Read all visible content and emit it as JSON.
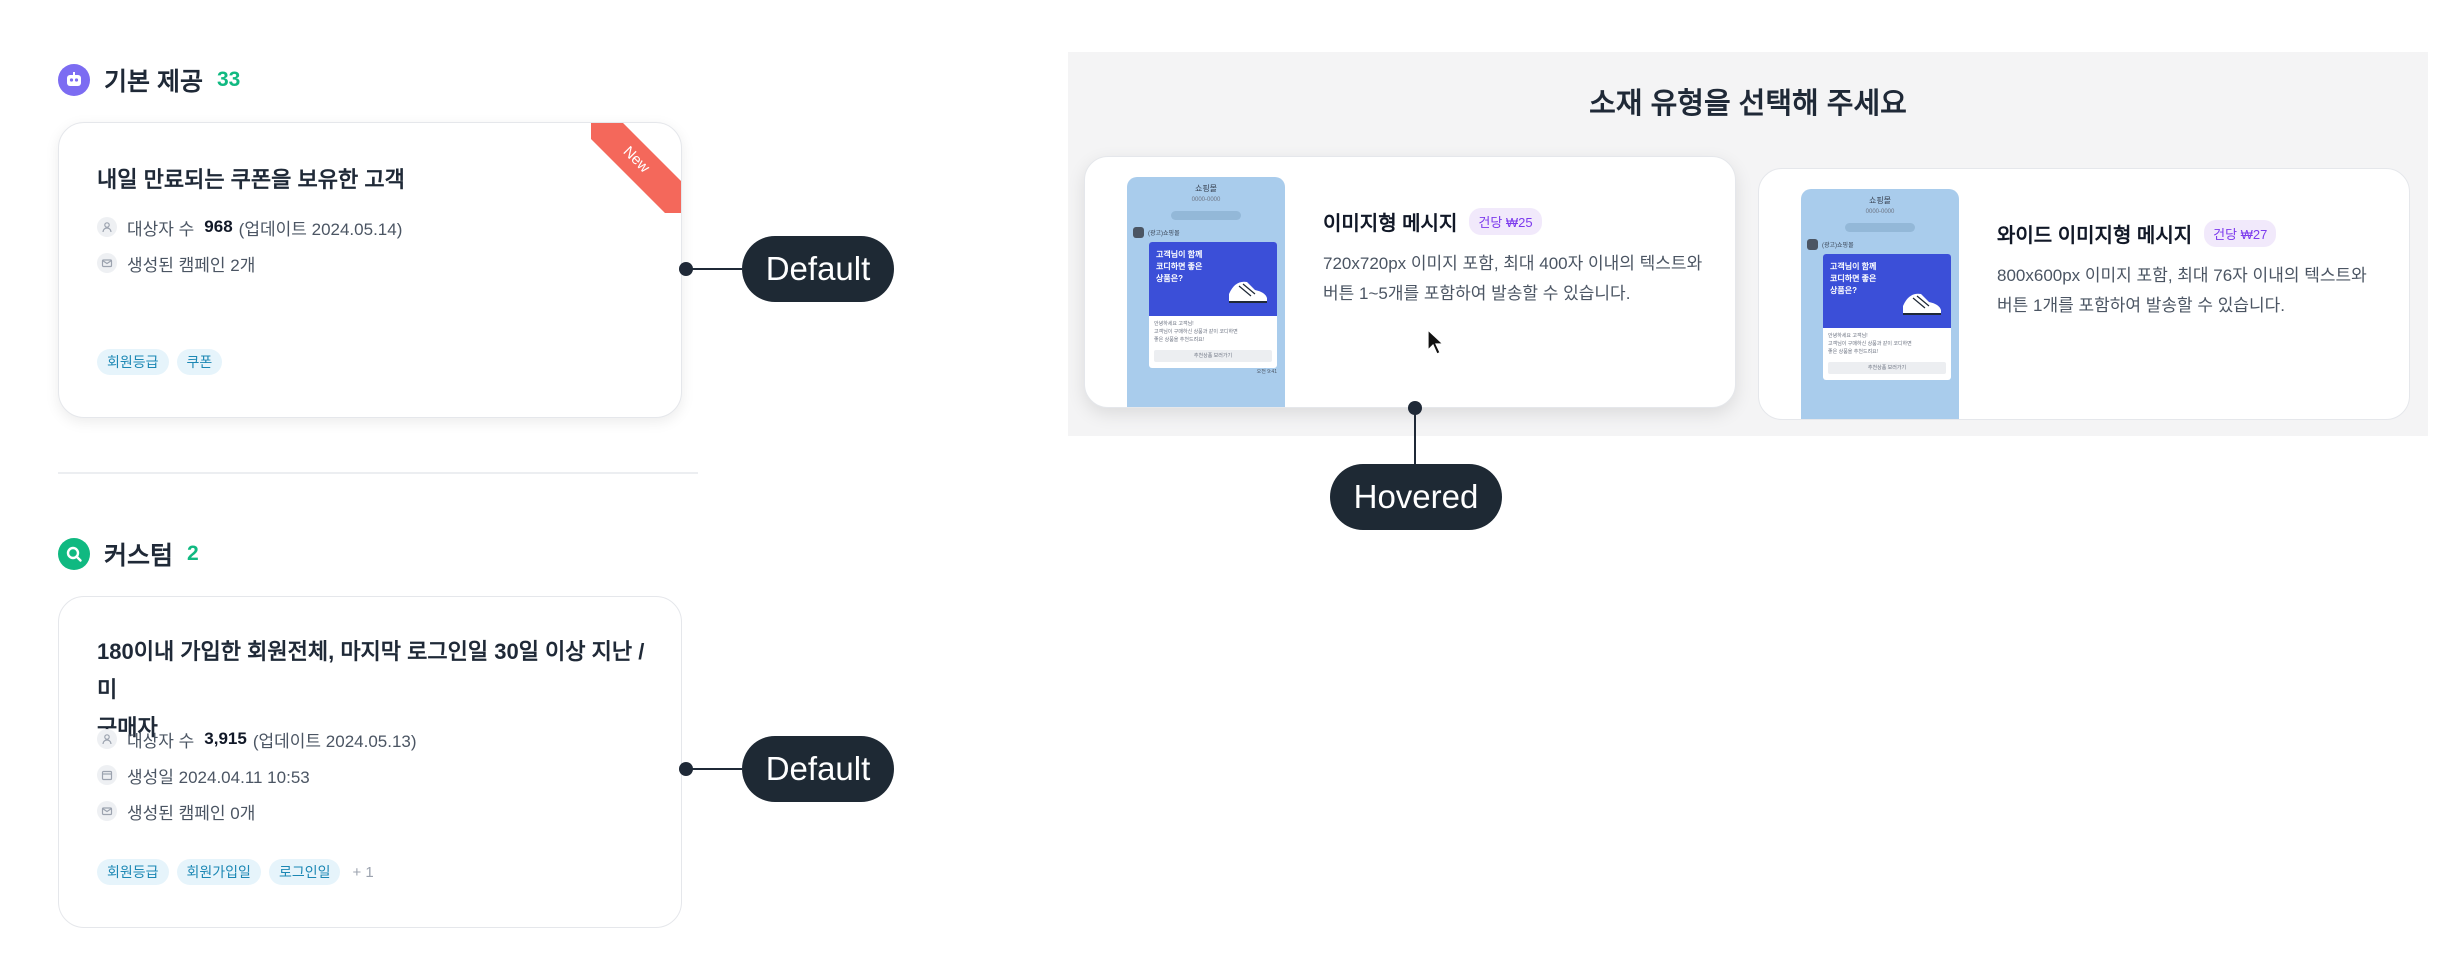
{
  "basic_section": {
    "title": "기본 제공",
    "count": "33"
  },
  "basic_card": {
    "badge": "New",
    "title": "내일 만료되는 쿠폰을 보유한 고객",
    "audience_label": "대상자 수",
    "audience_count": "968",
    "audience_update": "(업데이트 2024.05.14)",
    "campaigns": "생성된 캠페인 2개",
    "tags": [
      "회원등급",
      "쿠폰"
    ]
  },
  "custom_section": {
    "title": "커스텀",
    "count": "2"
  },
  "custom_card": {
    "title_line1": "180이내 가입한 회원전체, 마지막 로그인일 30일 이상 지난 / 미",
    "title_line2": "구매자",
    "audience_label": "대상자 수",
    "audience_count": "3,915",
    "audience_update": "(업데이트 2024.05.13)",
    "created": "생성일 2024.04.11 10:53",
    "campaigns": "생성된 캠페인 0개",
    "tags": [
      "회원등급",
      "회원가입일",
      "로그인일"
    ],
    "more": "+ 1"
  },
  "annotations": {
    "default_label": "Default",
    "hovered_label": "Hovered"
  },
  "panel": {
    "title": "소재 유형을 선택해 주세요",
    "types": [
      {
        "name": "이미지형 메시지",
        "price": "건당 ₩25",
        "desc_line1": "720x720px 이미지 포함, 최대 400자 이내의 텍스트와",
        "desc_line2": "버튼 1~5개를 포함하여 발송할 수 있습니다."
      },
      {
        "name": "와이드 이미지형 메시지",
        "price": "건당 ₩27",
        "desc_line1": "800x600px 이미지 포함, 최대 76자 이내의 텍스트와",
        "desc_line2": "버튼 1개를 포함하여 발송할 수 있습니다."
      }
    ]
  },
  "preview": {
    "shop": "쇼핑몰",
    "sub": "0000-0000",
    "sender": "(광고)쇼핑몰",
    "headline_line1": "고객님이 함께",
    "headline_line2": "코디하면 좋은",
    "headline_line3": "상품은?",
    "body_line1": "안녕하세요 고객님!",
    "body_line2": "고객님이 구매하신 상품과 같이 코디하면",
    "body_line3": "좋은 상품을 추천드려요!",
    "button": "추천상품 보러가기",
    "foot": "오전 9:41"
  },
  "colors": {
    "accent_green": "#10b981",
    "ribbon": "#f4685b",
    "tag_text": "#1b87b4",
    "price_text": "#7c3aed",
    "pill_bg": "#1e2934",
    "panel_bg": "#f4f4f5"
  }
}
